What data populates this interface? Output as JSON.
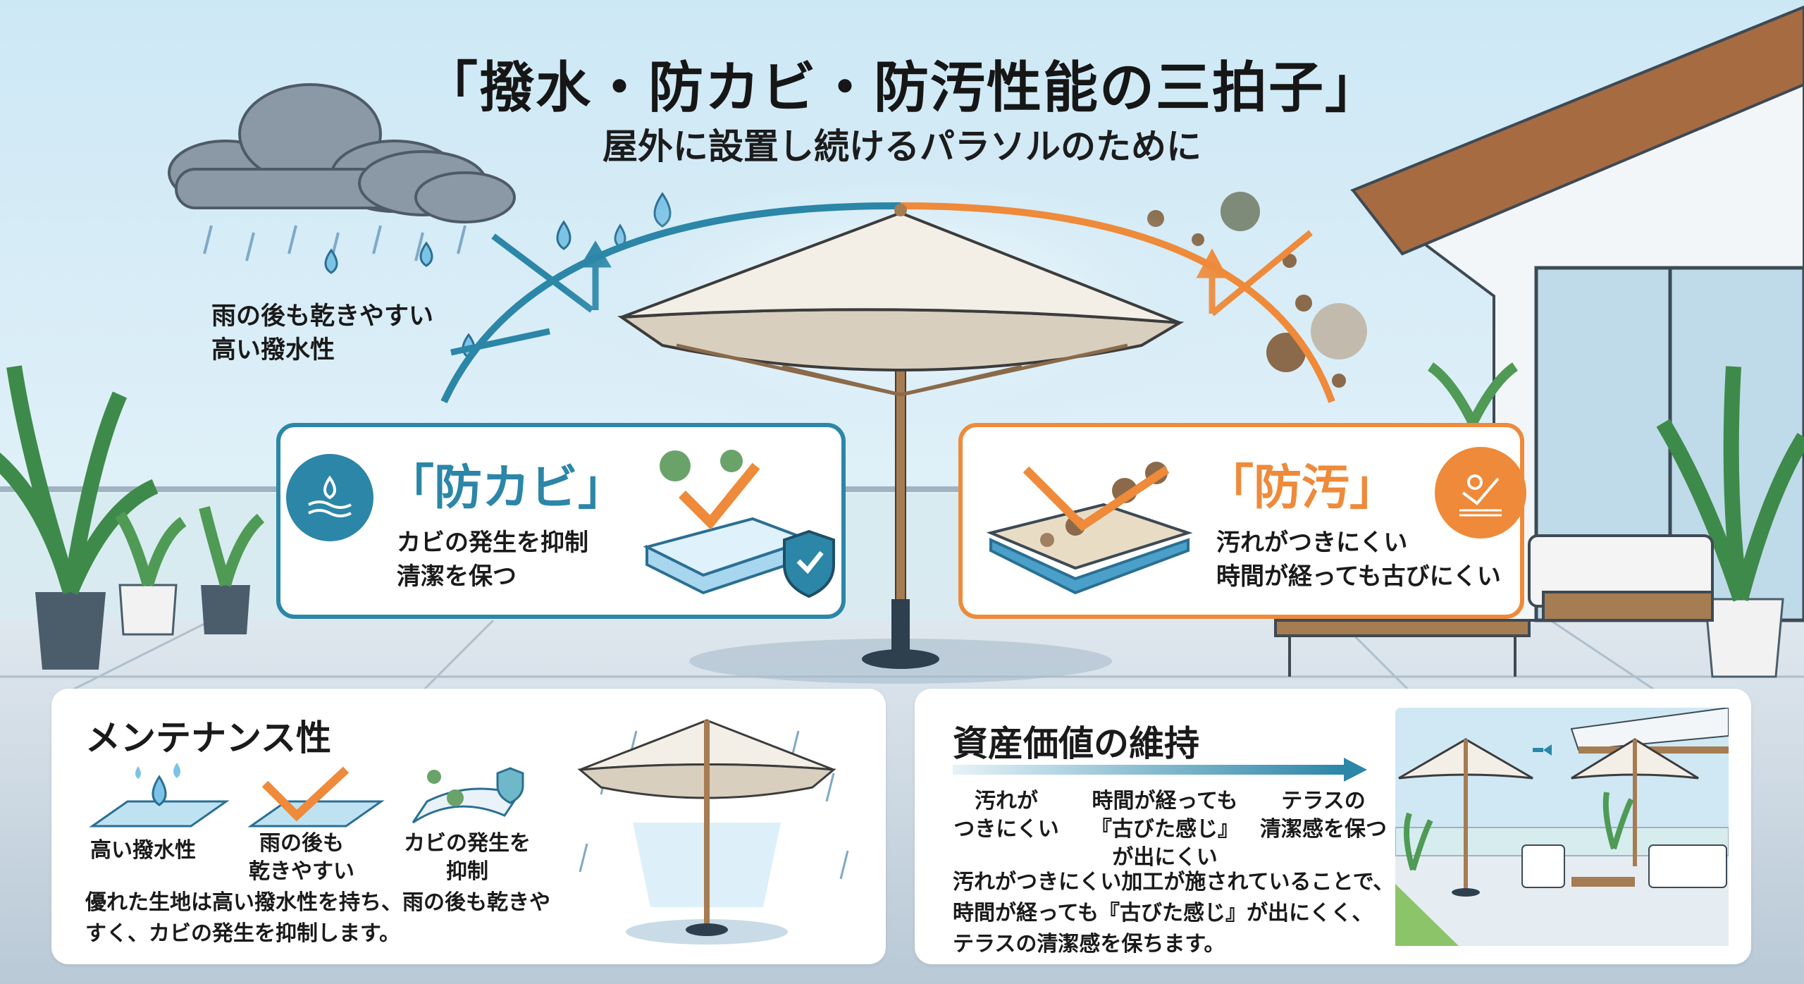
{
  "title": "「撥水・防カビ・防汚性能の三拍子」",
  "subtitle": "屋外に設置し続けるパラソルのために",
  "water_note": {
    "lines": [
      "雨の後も乾きやすい",
      "高い撥水性"
    ]
  },
  "mold_card": {
    "title": "「防カビ」",
    "lines": [
      "カビの発生を抑制",
      "清潔を保つ"
    ]
  },
  "stain_card": {
    "title": "「防汚」",
    "lines": [
      "汚れがつきにくい",
      "時間が経っても古びにくい"
    ]
  },
  "maintenance": {
    "title": "メンテナンス性",
    "features": [
      {
        "lines": [
          "高い撥水性"
        ]
      },
      {
        "lines": [
          "雨の後も",
          "乾きやすい"
        ]
      },
      {
        "lines": [
          "カビの発生を",
          "抑制"
        ]
      }
    ],
    "body": [
      "優れた生地は高い撥水性を持ち、雨の後も乾きや",
      "すく、カビの発生を抑制します。"
    ]
  },
  "asset": {
    "title": "資産価値の維持",
    "steps": [
      {
        "lines": [
          "汚れが",
          "つきにくい"
        ]
      },
      {
        "lines": [
          "時間が経っても",
          "『古びた感じ』",
          "が出にくい"
        ]
      },
      {
        "lines": [
          "テラスの",
          "清潔感を保つ"
        ]
      }
    ],
    "body": [
      "汚れがつきにくい加工が施されていることで、",
      "時間が経っても『古びた感じ』が出にくく、",
      "テラスの清潔感を保ちます。"
    ]
  },
  "colors": {
    "blue": "#2b86a8",
    "orange": "#ee8a3a",
    "sky": "#cfe8f4",
    "floor": "#c9d6e0"
  }
}
